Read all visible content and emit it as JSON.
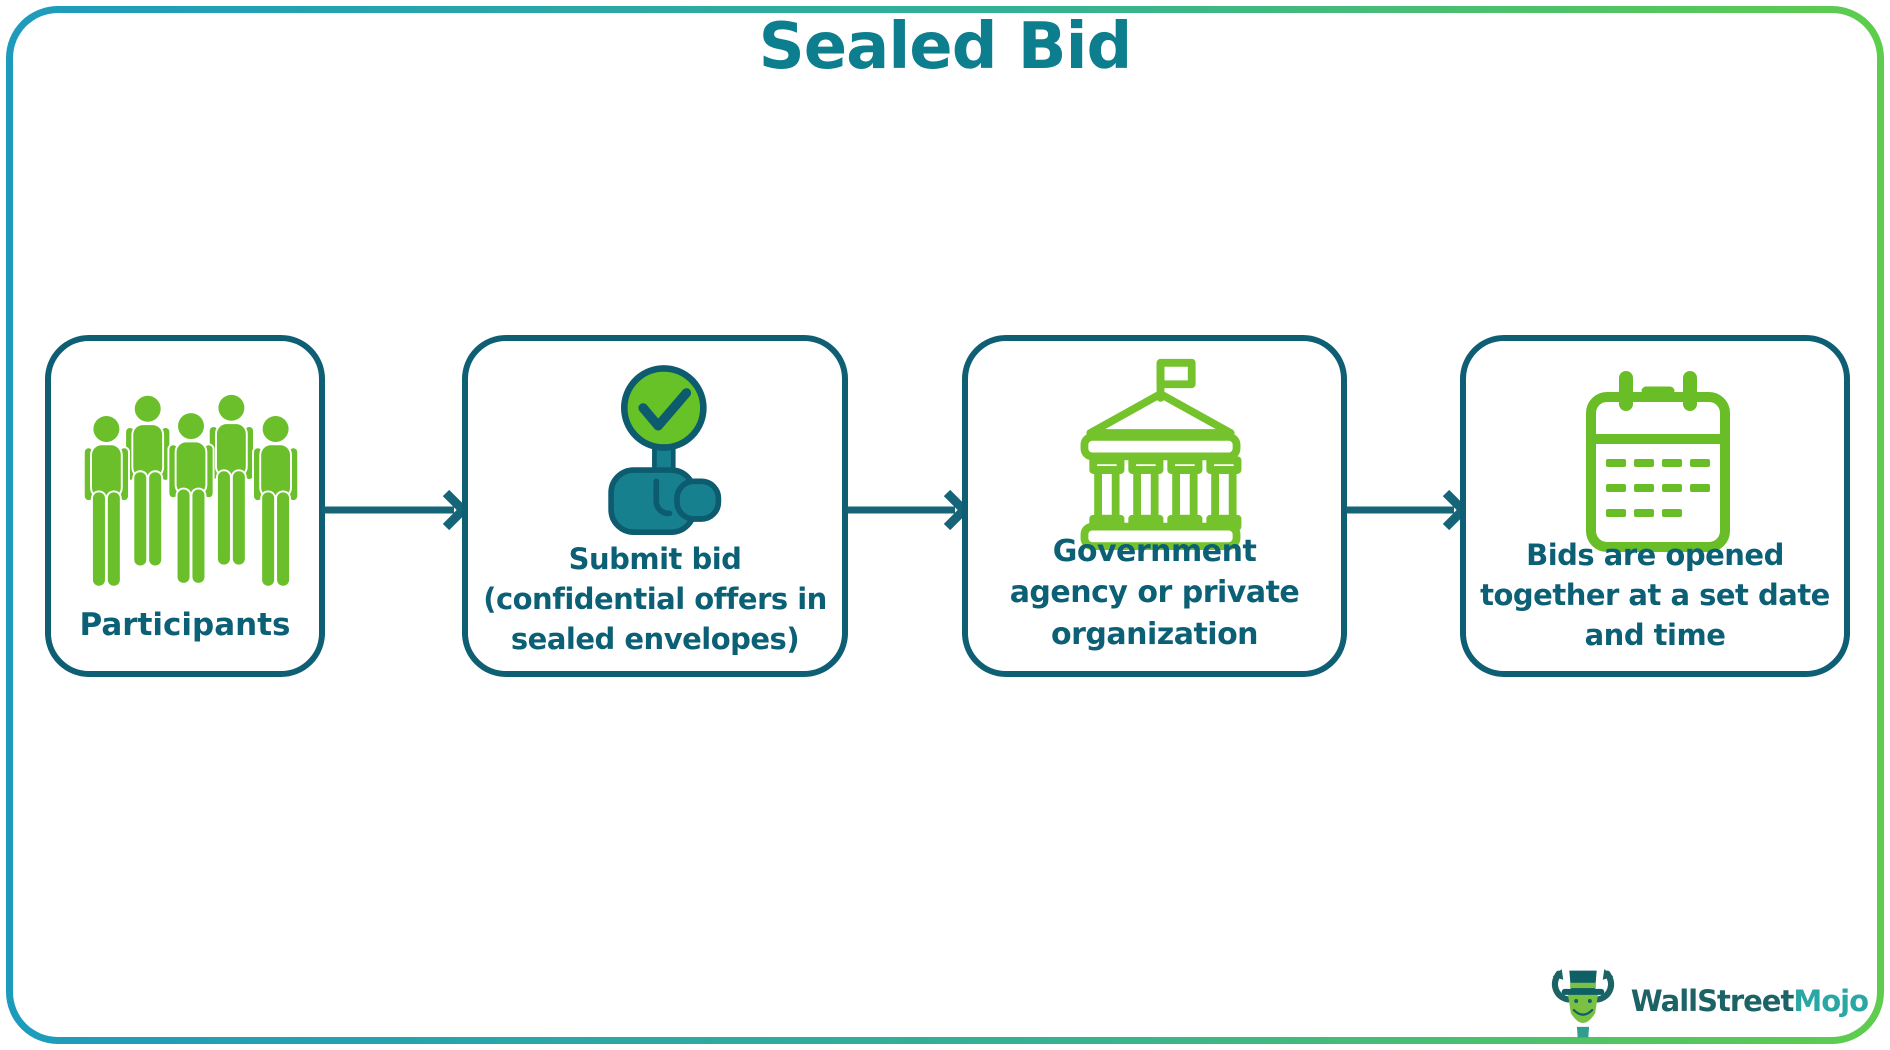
{
  "page": {
    "title": "Sealed Bid"
  },
  "colors": {
    "title_text": "#0d7e8e",
    "box_border": "#0e5e74",
    "box_label_text": "#0c6075",
    "arrow": "#156478",
    "icon_green": "#6abf2a",
    "icon_teal_fill": "#17808e",
    "icon_teal_outline": "#0c5b6e",
    "frame_gradient_left": "#1d9bbd",
    "frame_gradient_right": "#5ecd4d",
    "logo_text_dark": "#1d6366",
    "logo_text_light": "#2aa7a4"
  },
  "flow": {
    "steps": [
      {
        "icon": "people-group-icon",
        "label": "Participants"
      },
      {
        "icon": "hand-holding-check-icon",
        "label": "Submit bid\n(confidential offers in\nsealed envelopes)"
      },
      {
        "icon": "government-building-icon",
        "label": "Government\nagency or private\norganization"
      },
      {
        "icon": "calendar-icon",
        "label": "Bids are opened\ntogether at a set date\nand time"
      }
    ]
  },
  "branding": {
    "logo_part1": "WallStreet",
    "logo_part2": "Mojo"
  }
}
